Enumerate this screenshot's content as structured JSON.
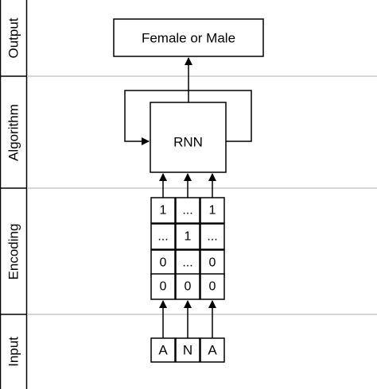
{
  "lanes": {
    "output": "Output",
    "algorithm": "Algorithm",
    "encoding": "Encoding",
    "input": "Input"
  },
  "output_box": "Female or Male",
  "rnn_box": "RNN",
  "encoding_grid": [
    [
      "1",
      "...",
      "1"
    ],
    [
      "...",
      "1",
      "..."
    ],
    [
      "0",
      "...",
      "0"
    ],
    [
      "0",
      "0",
      "0"
    ]
  ],
  "input_letters": [
    "A",
    "N",
    "A"
  ],
  "colors": {
    "stroke": "#000000",
    "lane_divider": "#c8c8c8"
  }
}
